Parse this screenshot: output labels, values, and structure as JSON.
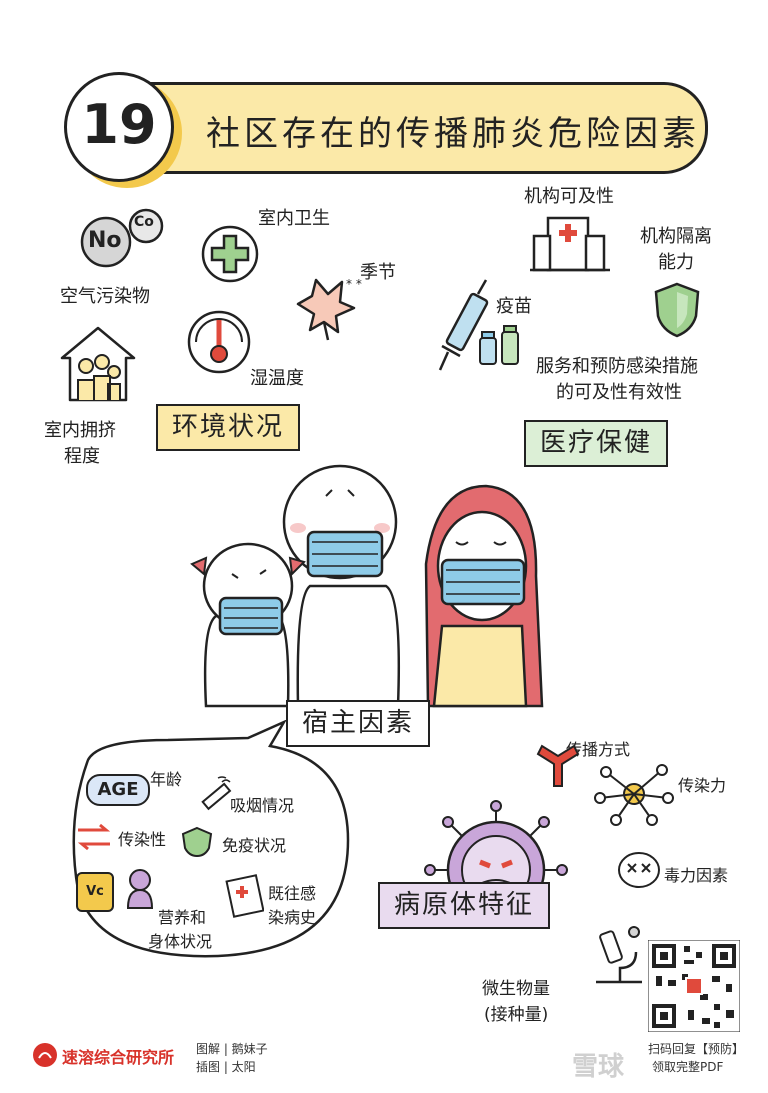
{
  "header": {
    "number": "19",
    "title": "社区存在的传播肺炎危险因素"
  },
  "environment": {
    "label": "环境状况",
    "no_text": "No",
    "co_text": "Co",
    "pollutants": "空气污染物",
    "hygiene": "室内卫生",
    "season": "季节",
    "humidity": "湿温度",
    "crowding_line1": "室内拥挤",
    "crowding_line2": "程度"
  },
  "medical": {
    "label": "医疗保健",
    "accessibility": "机构可及性",
    "isolation_line1": "机构隔离",
    "isolation_line2": "能力",
    "vaccine": "疫苗",
    "services_line1": "服务和预防感染措施",
    "services_line2": "的可及性有效性"
  },
  "host": {
    "label": "宿主因素",
    "age_badge": "AGE",
    "age": "年龄",
    "smoking": "吸烟情况",
    "infectivity": "传染性",
    "immunity": "免疫状况",
    "vc_text": "Vc",
    "nutrition_line1": "营养和",
    "nutrition_line2": "身体状况",
    "history_line1": "既往感",
    "history_line2": "染病史"
  },
  "pathogen": {
    "label": "病原体特征",
    "route": "传播方式",
    "contagious": "传染力",
    "virulence": "毒力因素",
    "dose_line1": "微生物量",
    "dose_line2": "(接种量)"
  },
  "footer": {
    "brand": "速溶综合研究所",
    "credit1": "图解 | 鹅妹子",
    "credit2": "插图 | 太阳",
    "qr_line1": "扫码回复【预防】",
    "qr_line2": "领取完整PDF",
    "watermark": "雪球"
  },
  "colors": {
    "yellow": "#fbe9a8",
    "green_label": "#dcefd6",
    "purple_label": "#e9dbef",
    "mask": "#8ecbe8",
    "red": "#e04a3c",
    "green_icon": "#9fd08f",
    "brand_red": "#d8322a"
  }
}
